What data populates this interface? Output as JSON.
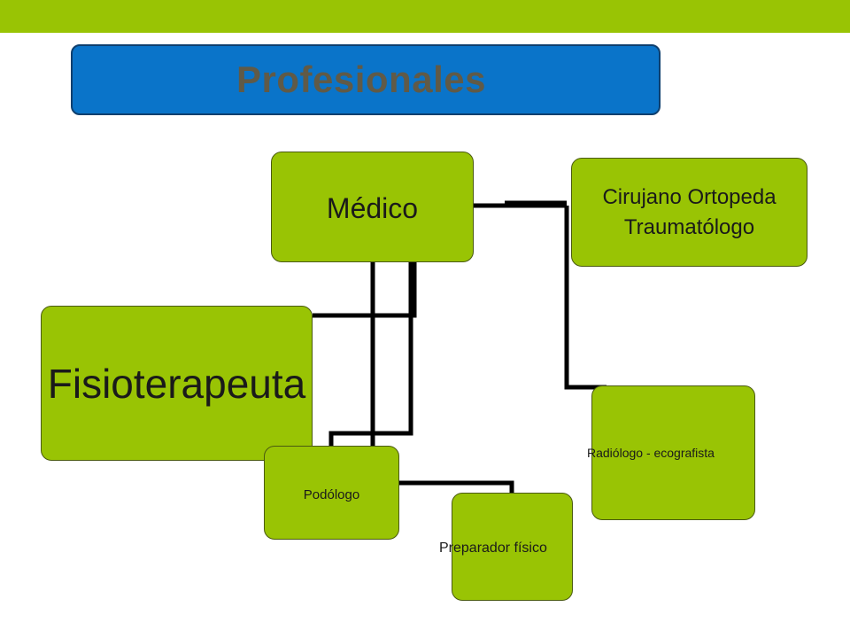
{
  "title": "Profesionales",
  "nodes": {
    "medico": "Médico",
    "cirujano_line1": "Cirujano Ortopeda",
    "cirujano_line2": "Traumatólogo",
    "fisioterapeuta": "Fisioterapeuta",
    "radiologo": "Radiólogo - ecografista",
    "podologo": "Podólogo",
    "preparador": "Preparador físico"
  },
  "colors": {
    "top_bar": "#99c404",
    "banner": "#0a74c9",
    "title_text": "#605a47",
    "node_fill": "#99c404",
    "connector": "#000000"
  }
}
